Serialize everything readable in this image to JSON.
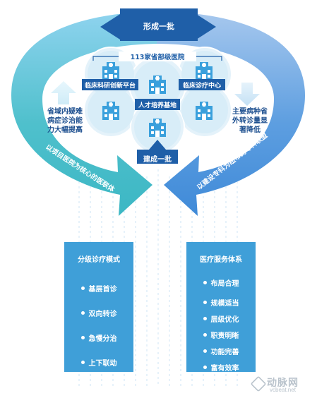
{
  "top_arrow_label": "形成一批",
  "top_hospitals_label": "113家省部级医院",
  "center_platforms": {
    "research": "临床科研创新平台",
    "clinical_center": "临床诊疗中心",
    "training": "人才培养基地"
  },
  "build_label": "建成一批",
  "left_side_text": [
    "省域内疑难",
    "病症诊治能",
    "力大幅提高"
  ],
  "right_side_text": [
    "主要病种省",
    "外转诊量显",
    "著降低"
  ],
  "left_curve_label": "以项目医院为核心的医联体",
  "right_curve_label": "以建设专科为纽带的专科联盟",
  "left_panel": {
    "title": "分级诊疗模式",
    "items": [
      "基层首诊",
      "双向转诊",
      "急慢分治",
      "上下联动"
    ]
  },
  "right_panel": {
    "title": "医疗服务体系",
    "items": [
      "布局合理",
      "规模适当",
      "层级优化",
      "职责明晰",
      "功能完善",
      "富有效率"
    ]
  },
  "watermark": {
    "brand": "动脉网",
    "url": "vcbeat.net"
  },
  "colors": {
    "teal": "#4cc0c6",
    "light_blue": "#8ed0f0",
    "mid_blue": "#3f9fd8",
    "navy": "#1f5fa8",
    "circle": "#e8f4fb",
    "icon": "#3aa0dc"
  }
}
